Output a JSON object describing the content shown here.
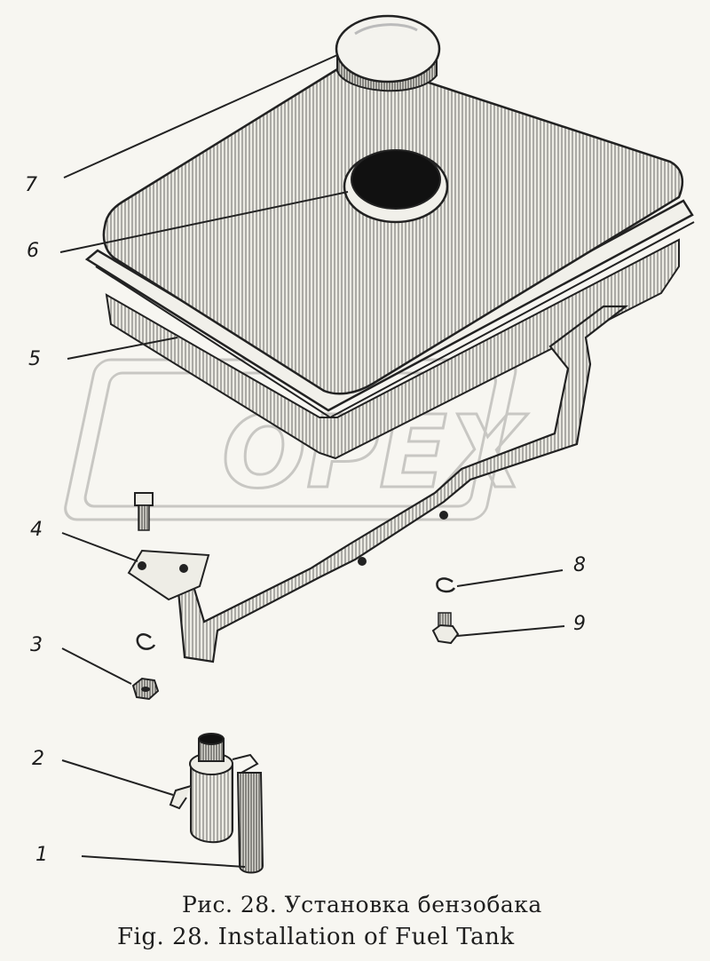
{
  "diagram": {
    "callouts": [
      "1",
      "2",
      "3",
      "4",
      "5",
      "6",
      "7",
      "8",
      "9"
    ],
    "watermark": "OPEX"
  },
  "caption": {
    "ru": "Рис. 28. Установка бензобака",
    "en": "Fig. 28. Installation of Fuel Tank"
  }
}
